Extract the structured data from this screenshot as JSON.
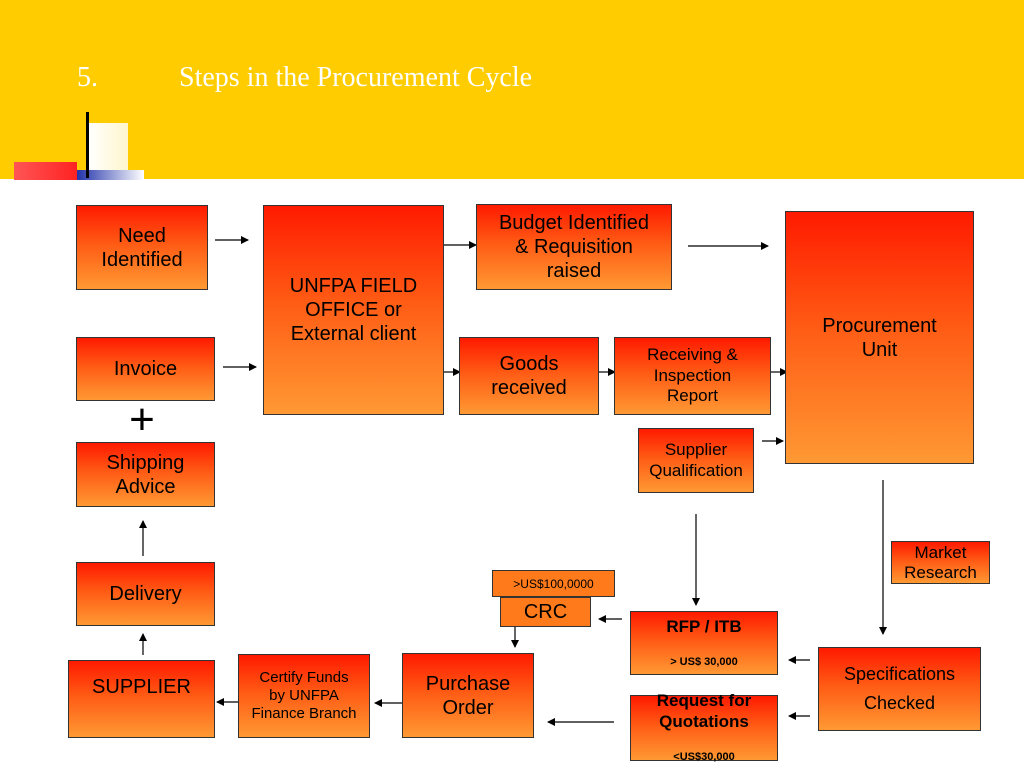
{
  "slide": {
    "number": "5.",
    "title": "Steps in the Procurement Cycle",
    "colors": {
      "header": "#ffcc00",
      "box_top": "#ff1a00",
      "box_bottom": "#ff9933"
    }
  },
  "nodes": {
    "need_identified": "Need\nIdentified",
    "unfpa_field_office": "UNFPA FIELD\nOFFICE or\nExternal client",
    "budget_identified": "Budget Identified\n& Requisition\nraised",
    "procurement_unit": "Procurement\nUnit",
    "invoice": "Invoice",
    "goods_received": "Goods\nreceived",
    "receiving_inspection": "Receiving &\nInspection\nReport",
    "supplier_qualification": "Supplier\nQualification",
    "shipping_advice": "Shipping\nAdvice",
    "market_research": "Market\nResearch",
    "delivery": "Delivery",
    "crc_threshold": ">US$100,0000",
    "crc": "CRC",
    "rfp_itb": "RFP / ITB",
    "rfp_itb_threshold": "> US$ 30,000",
    "supplier": "SUPPLIER",
    "certify_funds": "Certify Funds\nby UNFPA\nFinance Branch",
    "purchase_order": "Purchase\nOrder",
    "specifications_checked": "Specifications\nChecked",
    "request_for_quotations": "Request for\nQuotations",
    "rfq_threshold": "<US$30,000",
    "plus_sign": "+"
  }
}
